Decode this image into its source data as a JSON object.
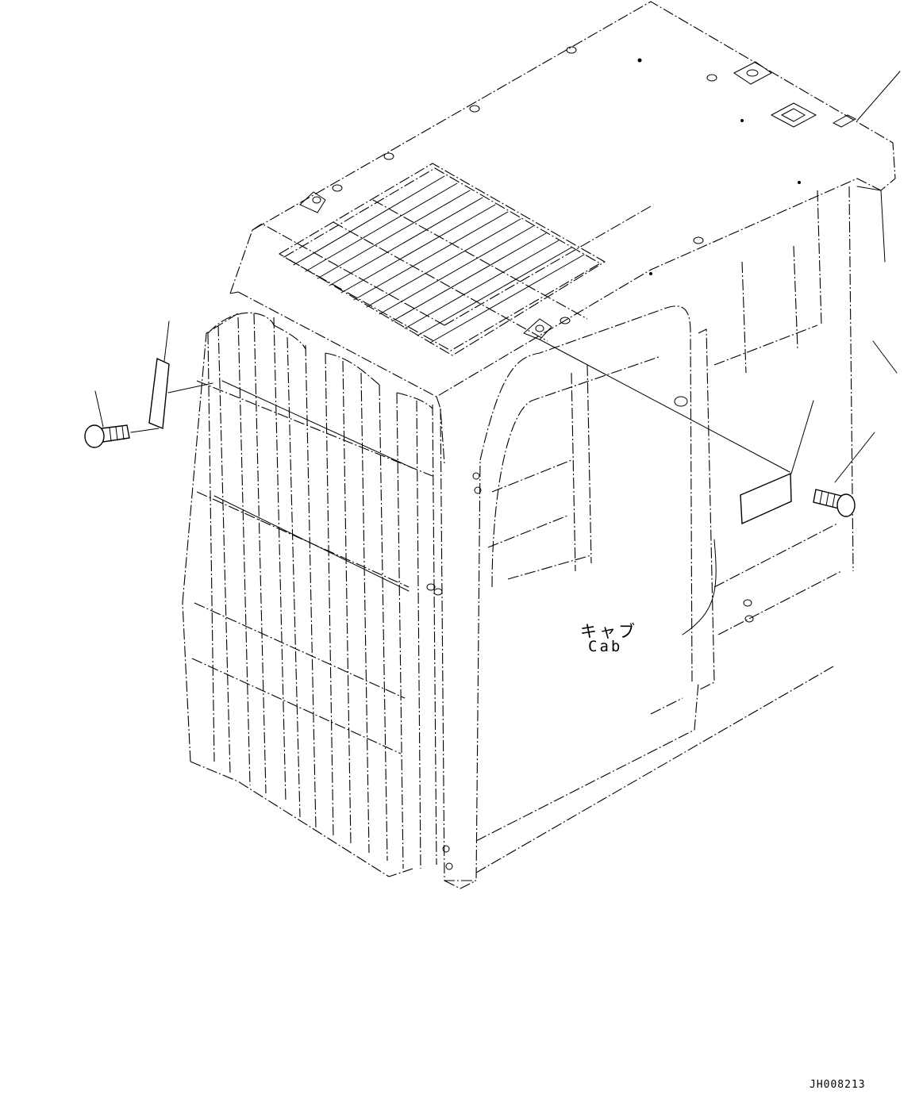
{
  "labels": {
    "part_name_jp": "キャブ",
    "part_name_en": "Cab",
    "drawing_code": "JH008213"
  },
  "colors": {
    "line": "#000000",
    "background": "#ffffff"
  }
}
